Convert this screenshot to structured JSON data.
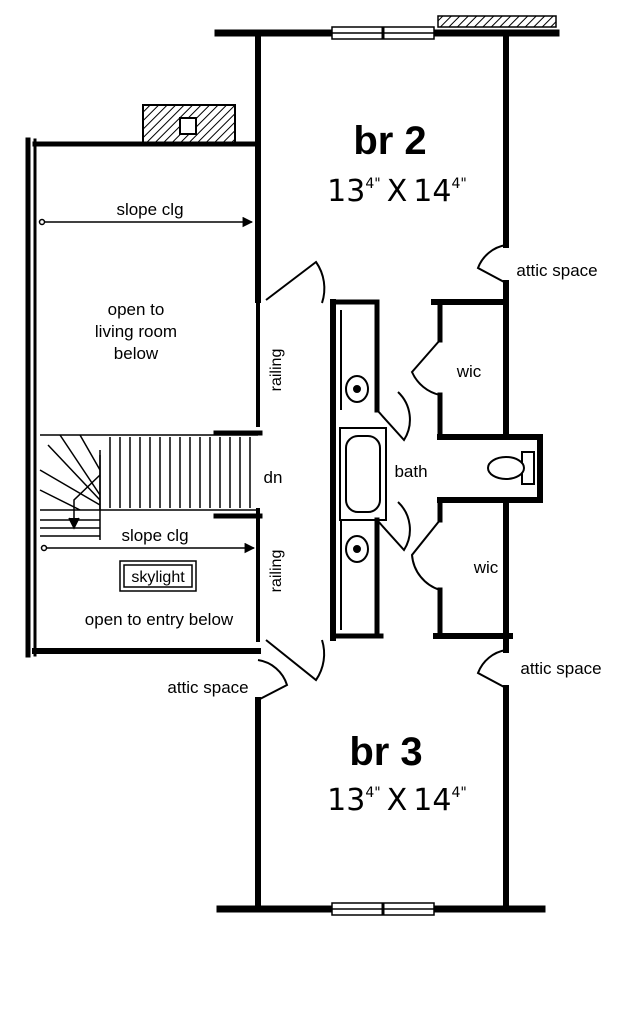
{
  "rooms": {
    "br2": {
      "name": "br 2",
      "ft1": "13",
      "in1": "4\"",
      "sep": "X",
      "ft2": "14",
      "in2": "4\""
    },
    "br3": {
      "name": "br 3",
      "ft1": "13",
      "in1": "4\"",
      "sep": "X",
      "ft2": "14",
      "in2": "4\""
    },
    "bath": "bath",
    "wic_upper": "wic",
    "wic_lower": "wic"
  },
  "labels": {
    "slope_clg_upper": "slope clg",
    "slope_clg_lower": "slope clg",
    "open_living": [
      "open to",
      "living room",
      "below"
    ],
    "railing_upper": "railing",
    "railing_lower": "railing",
    "dn": "dn",
    "skylight": "skylight",
    "open_entry": "open to entry below",
    "attic_upper_right": "attic space",
    "attic_lower_right": "attic space",
    "attic_lower_left": "attic space"
  }
}
